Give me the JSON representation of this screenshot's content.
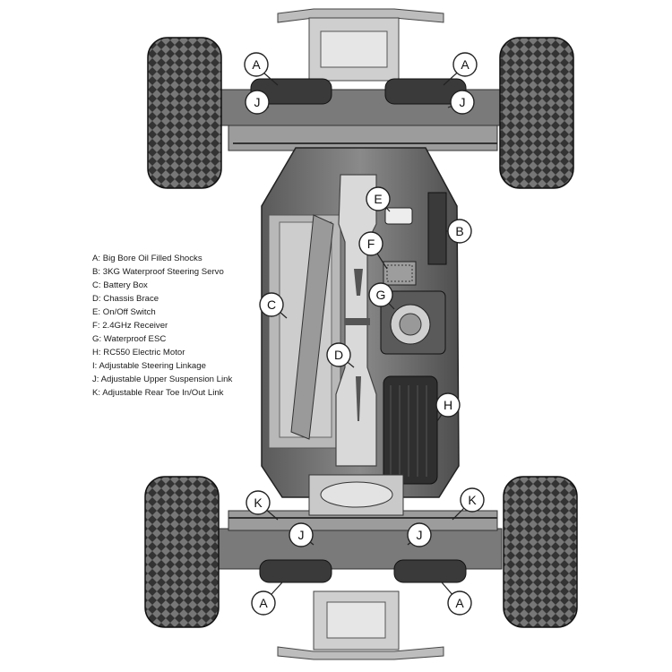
{
  "legend": [
    {
      "letter": "A",
      "text": "A: Big Bore Oil Filled Shocks"
    },
    {
      "letter": "B",
      "text": "B: 3KG Waterproof Steering Servo"
    },
    {
      "letter": "C",
      "text": "C: Battery Box"
    },
    {
      "letter": "D",
      "text": "D: Chassis Brace"
    },
    {
      "letter": "E",
      "text": "E: On/Off Switch"
    },
    {
      "letter": "F",
      "text": "F: 2.4GHz Receiver"
    },
    {
      "letter": "G",
      "text": "G: Waterproof ESC"
    },
    {
      "letter": "H",
      "text": "H: RC550 Electric Motor"
    },
    {
      "letter": "I",
      "text": "I:  Adjustable Steering Linkage"
    },
    {
      "letter": "J",
      "text": "J:  Adjustable Upper Suspension Link"
    },
    {
      "letter": "K",
      "text": "K: Adjustable Rear Toe In/Out Link"
    }
  ],
  "callouts": {
    "a": "A",
    "b": "B",
    "c": "C",
    "d": "D",
    "e": "E",
    "f": "F",
    "g": "G",
    "h": "H",
    "j": "J",
    "k": "K"
  },
  "colors": {
    "tire": "#2b2b2b",
    "chassis": "#6e6e6e",
    "chassis_light": "#a9a9a9",
    "brace": "#d4d4d4"
  }
}
